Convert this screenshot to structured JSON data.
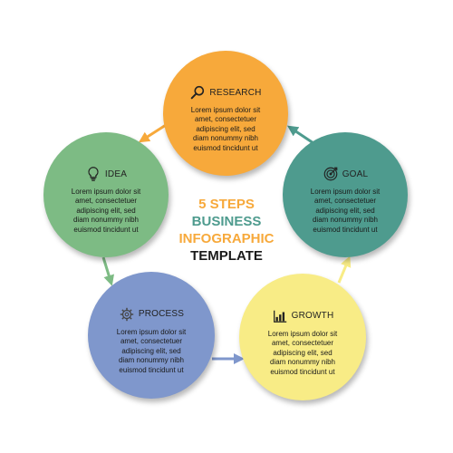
{
  "center": {
    "line1": "5 STEPS",
    "line2": "BUSINESS",
    "line3": "INFOGRAPHIC",
    "line4": "TEMPLATE"
  },
  "colors": {
    "research": "#F7A93B",
    "idea": "#7DBB84",
    "process": "#7F97CC",
    "growth": "#F8EC86",
    "goal": "#4E9B8E",
    "line1": "#F7A93B",
    "line2": "#4E9B8E",
    "line3": "#F7A93B",
    "line4": "#1a1a1a"
  },
  "steps": [
    {
      "key": "research",
      "title": "RESEARCH",
      "icon": "magnifier-icon",
      "body": "Lorem ipsum dolor sit\namet, consectetuer\nadipiscing elit, sed\ndiam nonummy nibh\neuismod tincidunt ut"
    },
    {
      "key": "idea",
      "title": "IDEA",
      "icon": "lightbulb-icon",
      "body": "Lorem ipsum dolor sit\namet, consectetuer\nadipiscing elit, sed\ndiam nonummy nibh\neuismod tincidunt ut"
    },
    {
      "key": "process",
      "title": "PROCESS",
      "icon": "gear-icon",
      "body": "Lorem ipsum dolor sit\namet, consectetuer\nadipiscing elit, sed\ndiam nonummy nibh\neuismod tincidunt ut"
    },
    {
      "key": "growth",
      "title": "GROWTH",
      "icon": "bar-chart-icon",
      "body": "Lorem ipsum dolor sit\namet, consectetuer\nadipiscing elit, sed\ndiam nonummy nibh\neuismod tincidunt ut"
    },
    {
      "key": "goal",
      "title": "GOAL",
      "icon": "target-icon",
      "body": "Lorem ipsum dolor sit\namet, consectetuer\nadipiscing elit, sed\ndiam nonummy nibh\neuismod tincidunt ut"
    }
  ]
}
